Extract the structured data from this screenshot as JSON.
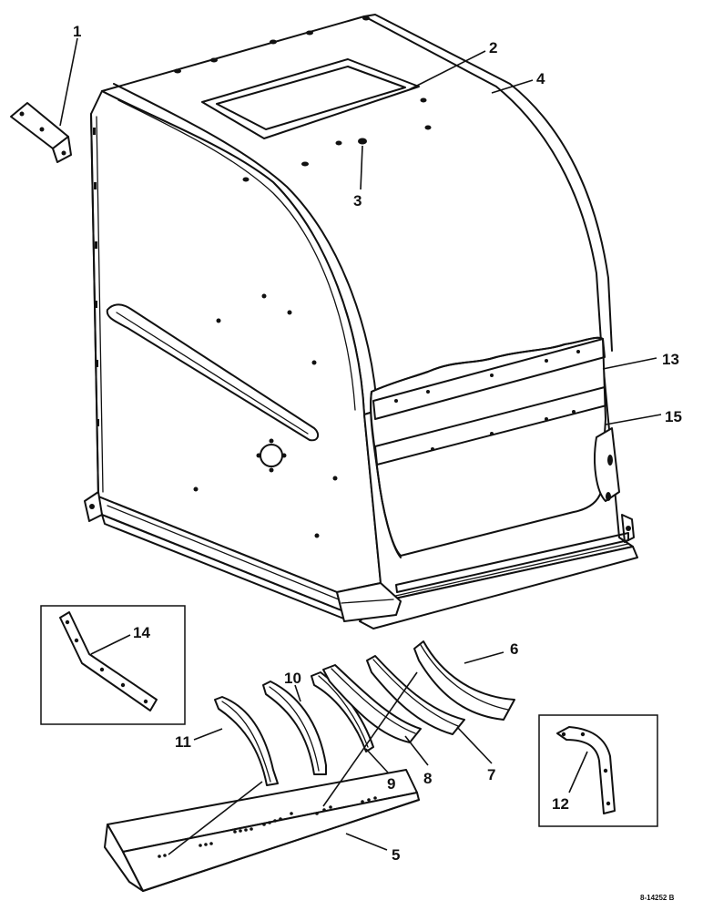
{
  "callouts": {
    "c1": "1",
    "c2": "2",
    "c3": "3",
    "c4": "4",
    "c5": "5",
    "c6": "6",
    "c7": "7",
    "c8": "8",
    "c9": "9",
    "c10": "10",
    "c11": "11",
    "c12": "12",
    "c13": "13",
    "c14": "14",
    "c15": "15"
  },
  "drawing_number": "8-14252 B"
}
